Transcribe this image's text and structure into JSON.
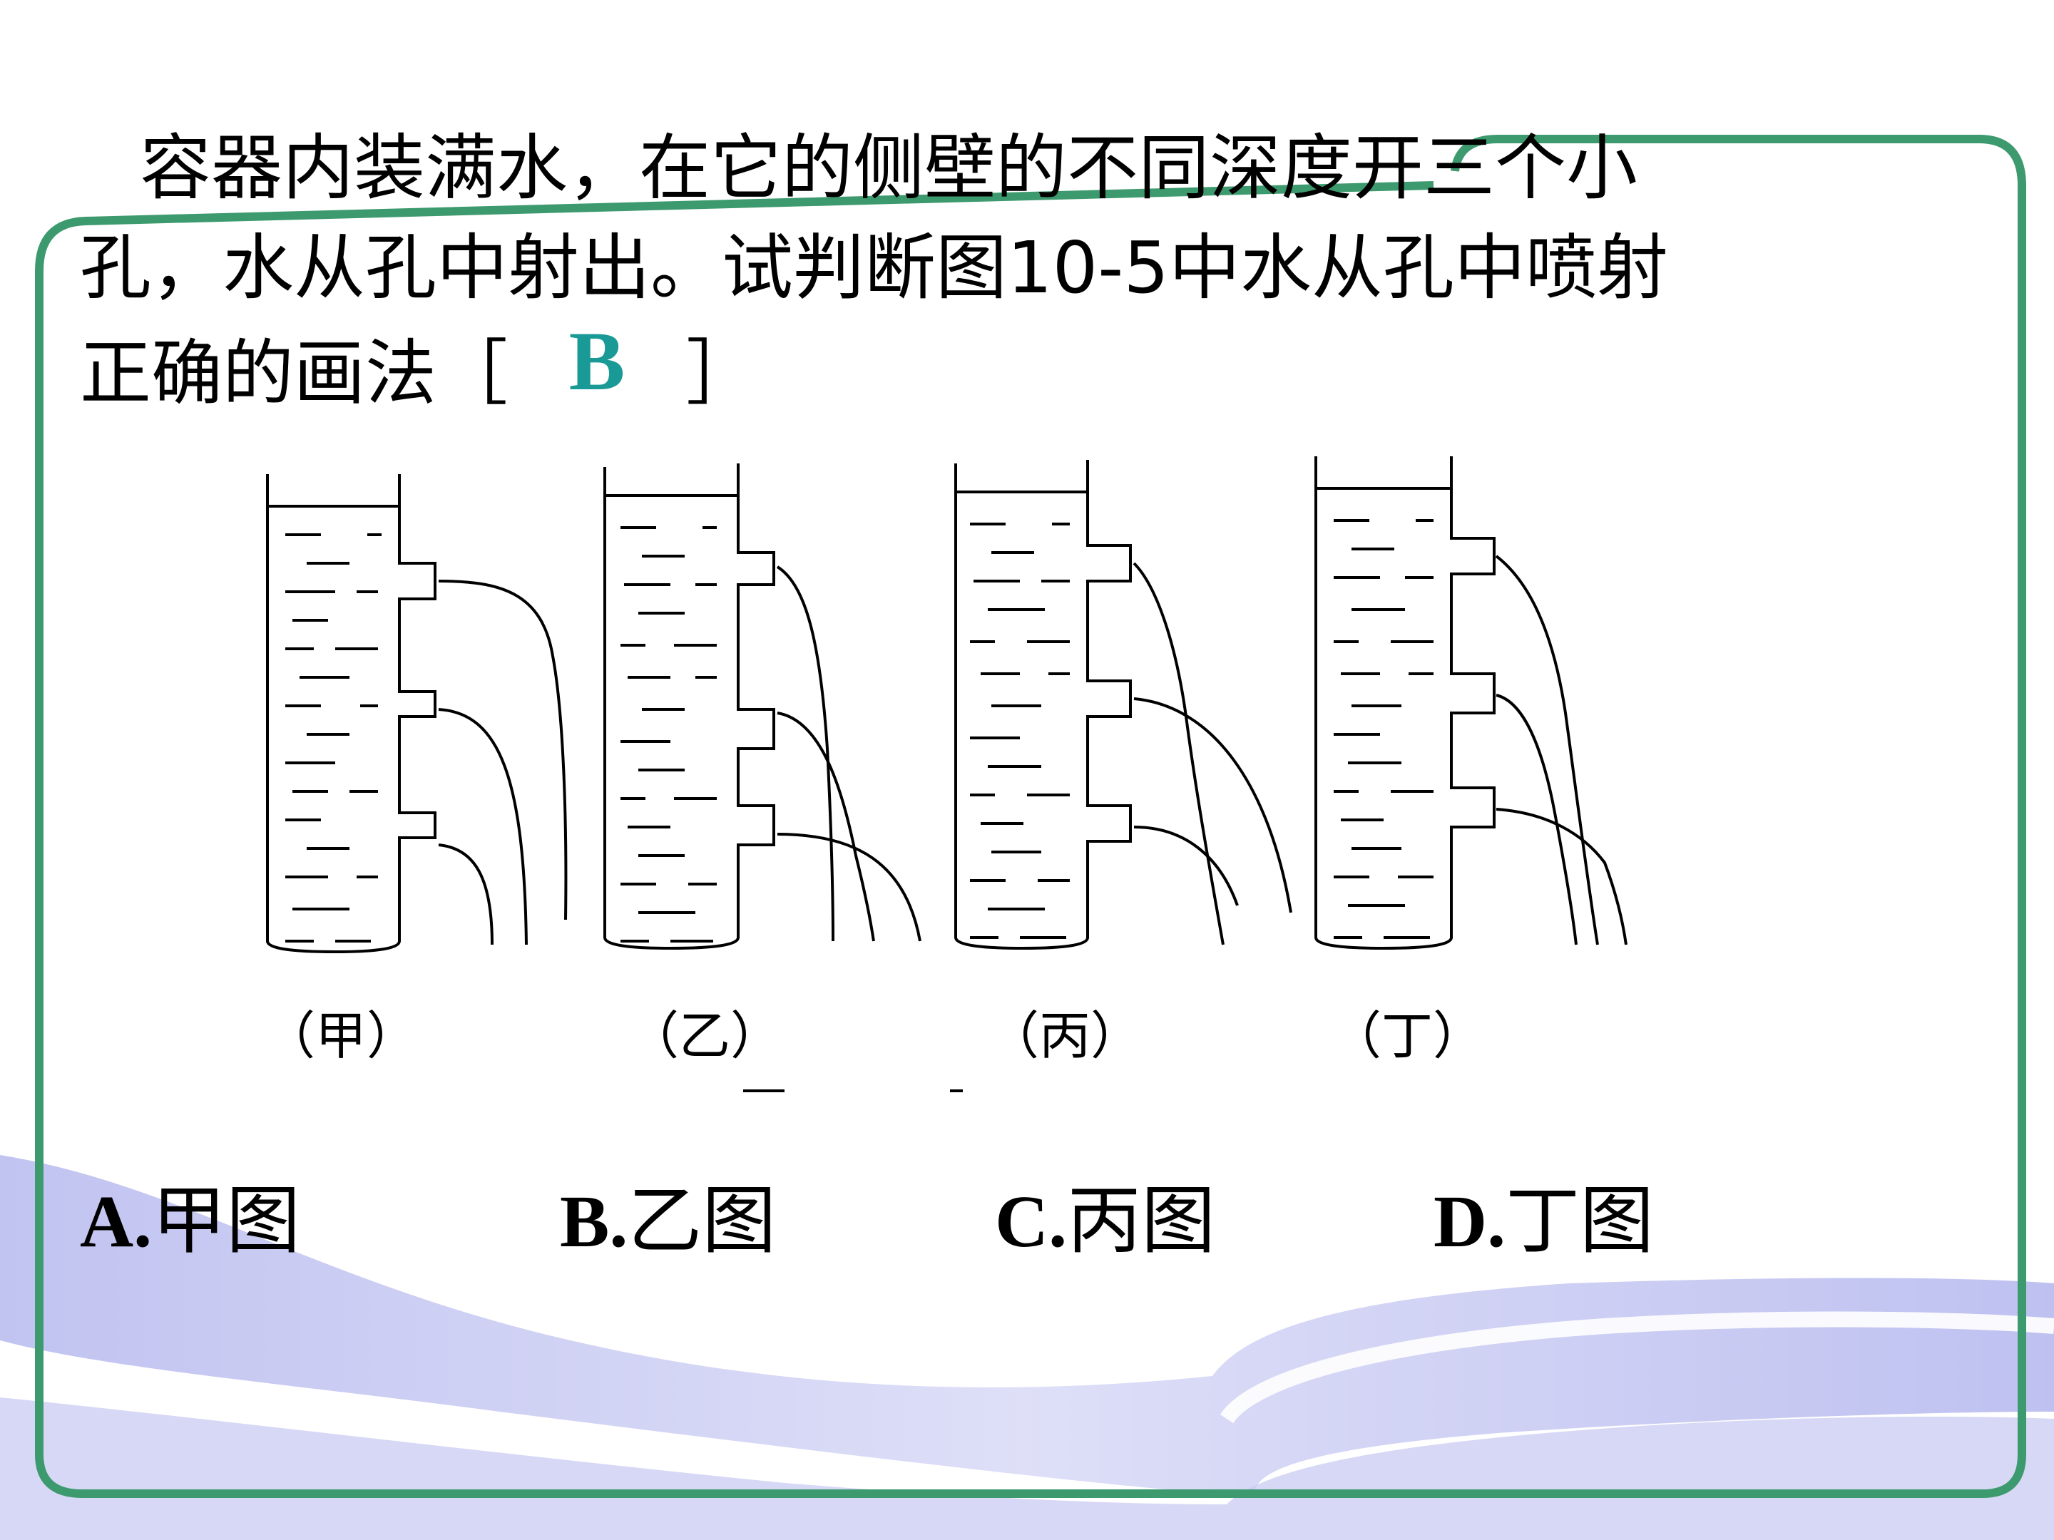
{
  "question": {
    "line1": "容器内装满水，在它的侧壁的不同深度开三个小",
    "line2": "孔，水从孔中射出。试判断图10-5中水从孔中喷射",
    "line3_text": "正确的画法",
    "bracket_open": "［",
    "bracket_close": "］",
    "answer": "B"
  },
  "figure": {
    "captions": [
      "（甲）",
      "（乙）",
      "（丙）",
      "（丁）"
    ]
  },
  "options": [
    {
      "letter": "A.",
      "text": "甲图"
    },
    {
      "letter": "B.",
      "text": "乙图"
    },
    {
      "letter": "C.",
      "text": "丙图"
    },
    {
      "letter": "D.",
      "text": "丁图"
    }
  ],
  "colors": {
    "frame": "#3d9a6e",
    "answer": "#1a9a96",
    "wave_light": "#c9cbf2",
    "wave_mid": "#a9aceb"
  }
}
